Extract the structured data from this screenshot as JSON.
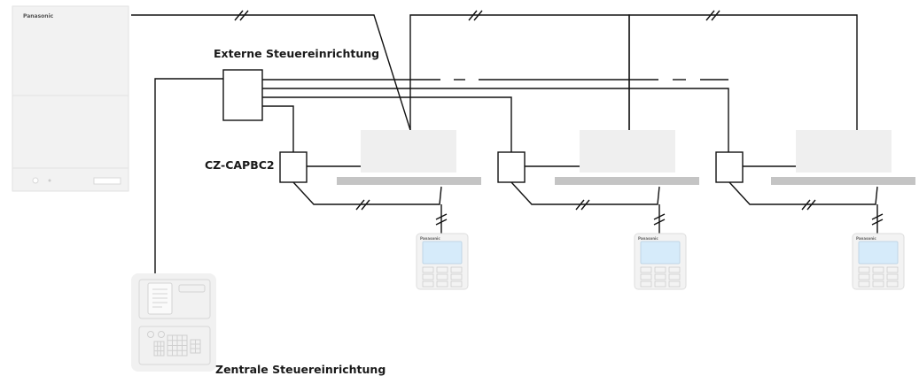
{
  "labels": {
    "external_controller": "Externe Steuereinrichtung",
    "adapter": "CZ-CAPBC2",
    "central_controller": "Zentrale Steuereinrichtung",
    "outdoor_brand": "Panasonic",
    "remote_brand": "Panasonic"
  },
  "colors": {
    "line": "#111111",
    "device_fill": "#efefef",
    "device_stroke": "#dcdcdc",
    "panel_bar": "#c4c4c4",
    "screen": "#d6ebfa"
  },
  "icons": {
    "outdoor_unit": "outdoor-unit-icon",
    "indoor_unit": "ceiling-cassette-icon",
    "remote": "wired-remote-control-icon",
    "central": "central-controller-icon"
  }
}
